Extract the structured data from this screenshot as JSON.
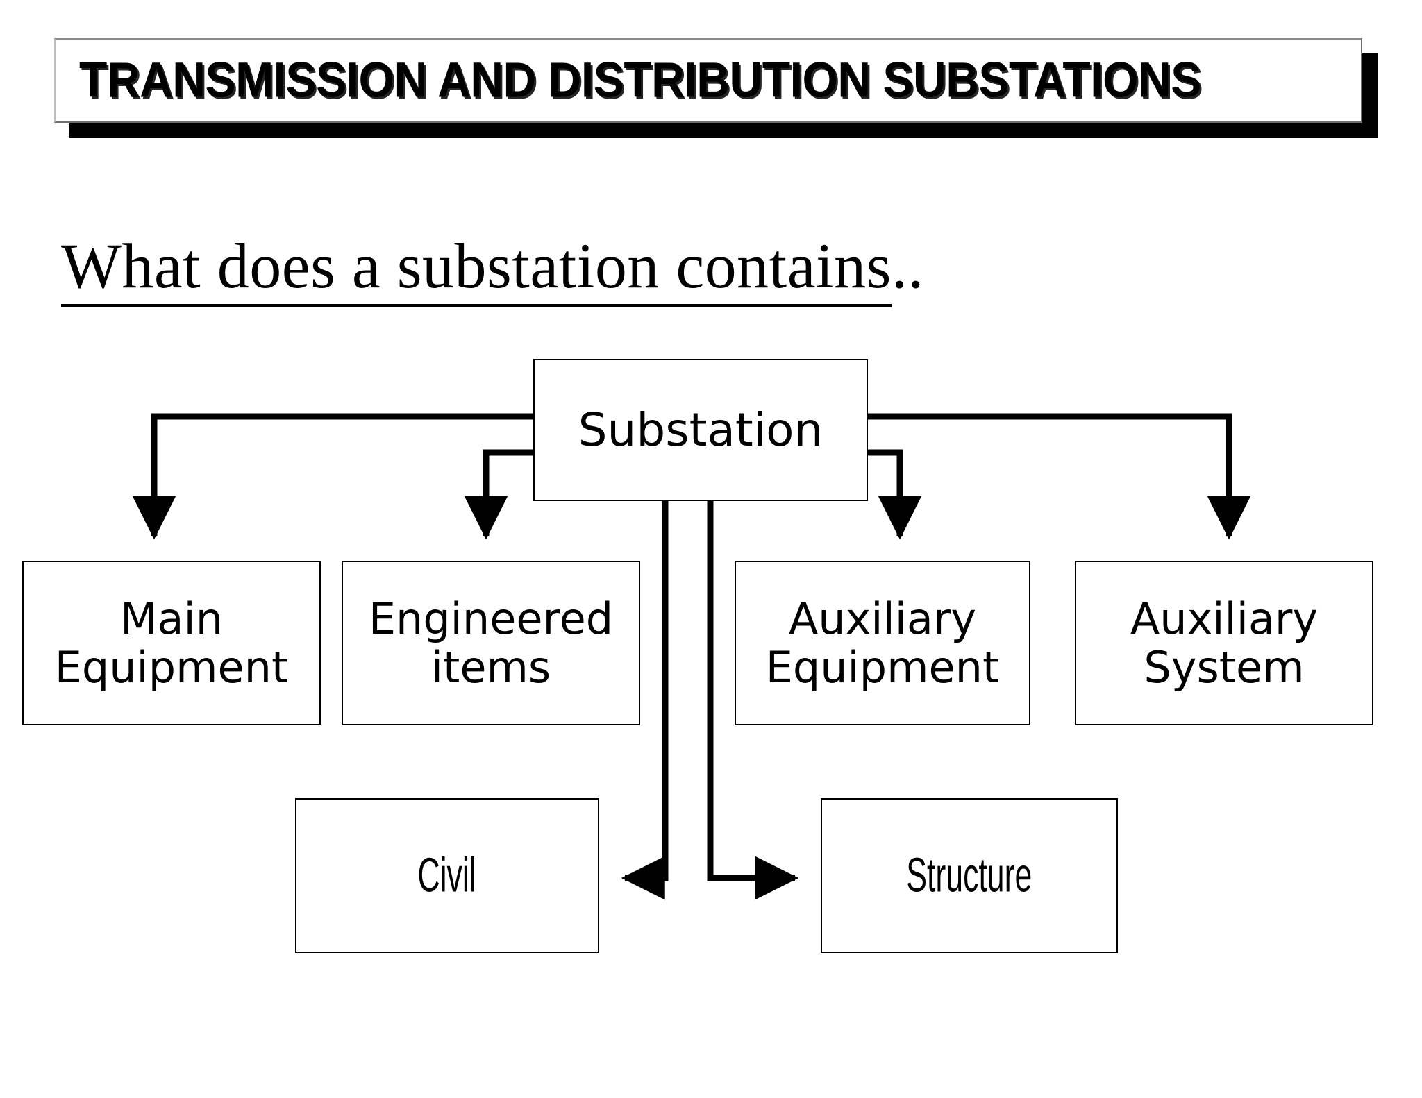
{
  "slide": {
    "title": "TRANSMISSION AND DISTRIBUTION SUBSTATIONS",
    "subtitle_underlined": "What does a substation contains",
    "subtitle_tail": ".."
  },
  "colors": {
    "background": "#ffffff",
    "stroke": "#000000",
    "title_shadow": "#000000",
    "title_border": "#8a8a8a"
  },
  "diagram": {
    "type": "hierarchy",
    "root": {
      "id": "substation",
      "label": "Substation"
    },
    "children": [
      {
        "id": "main-equipment",
        "label": "Main\nEquipment",
        "row": "middle",
        "arrow": "down"
      },
      {
        "id": "engineered-items",
        "label": "Engineered\nitems",
        "row": "middle",
        "arrow": "down"
      },
      {
        "id": "auxiliary-equipment",
        "label": "Auxiliary\nEquipment",
        "row": "middle",
        "arrow": "down"
      },
      {
        "id": "auxiliary-system",
        "label": "Auxiliary\nSystem",
        "row": "middle",
        "arrow": "down"
      },
      {
        "id": "civil",
        "label": "Civil",
        "row": "bottom",
        "arrow": "left"
      },
      {
        "id": "structure",
        "label": "Structure",
        "row": "bottom",
        "arrow": "right"
      }
    ]
  }
}
